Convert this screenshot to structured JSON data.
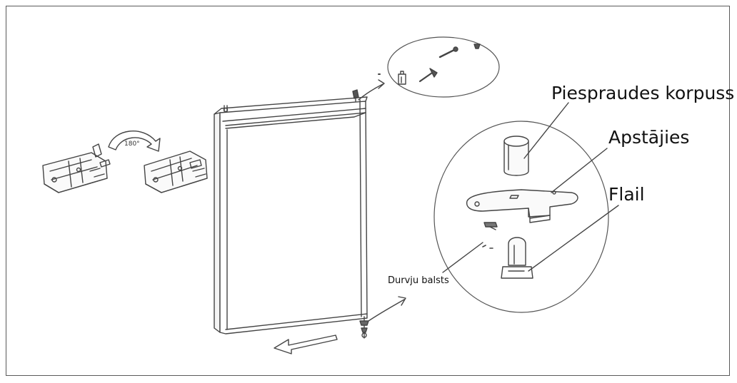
{
  "diagram": {
    "rotation_label": "180°",
    "labels": {
      "housing": "Piespraudes korpuss",
      "stopper": "Apstājies",
      "flail": "Flail",
      "door_support": "Durvju balsts"
    },
    "colors": {
      "line": "#444444",
      "frame": "#5a5a5a",
      "background": "#ffffff"
    }
  }
}
